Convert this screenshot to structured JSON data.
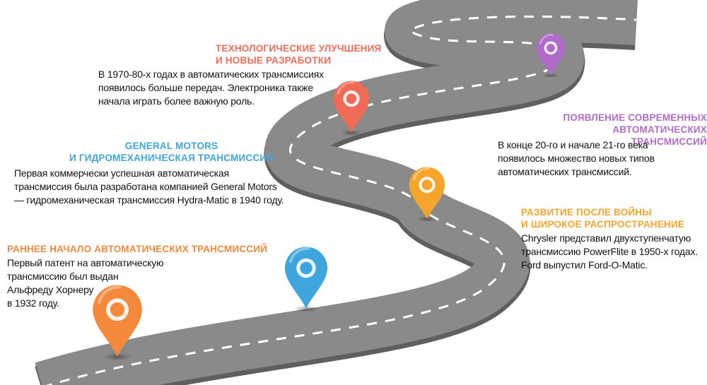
{
  "colors": {
    "orange": "#f5893b",
    "blue": "#3fa6dd",
    "red": "#ef6b55",
    "amber": "#f6a52c",
    "purple": "#b16cc9",
    "road": "#8a8a8a"
  },
  "milestones": [
    {
      "id": "early",
      "title": [
        "РАННЕЕ НАЧАЛО АВТОМАТИЧЕСКИХ ТРАНСМИССИЙ"
      ],
      "text": [
        "Первый патент на автоматическую",
        "трансмиссию был выдан",
        "Альфреду Хорнеру",
        "в 1932 году."
      ],
      "color": "#f5893b"
    },
    {
      "id": "gm",
      "title": [
        "GENERAL MOTORS",
        "И ГИДРОМЕХАНИЧЕСКАЯ ТРАНСМИССИЯ"
      ],
      "text": [
        "Первая коммерчески успешная автоматическая",
        "трансмиссия была разработана компанией General Motors",
        "— гидромеханическая трансмиссия Hydra-Matic в 1940 году."
      ],
      "color": "#3fa6dd"
    },
    {
      "id": "tech",
      "title": [
        "ТЕХНОЛОГИЧЕСКИЕ УЛУЧШЕНИЯ",
        "И НОВЫЕ РАЗРАБОТКИ"
      ],
      "text": [
        "В 1970-80-х годах в автоматических трансмиссиях",
        "появилось больше передач. Электроника также",
        "начала играть более важную роль."
      ],
      "color": "#ef6b55"
    },
    {
      "id": "postwar",
      "title": [
        "РАЗВИТИЕ ПОСЛЕ ВОЙНЫ",
        "И ШИРОКОЕ РАСПРОСТРАНЕНИЕ"
      ],
      "text": [
        "Chrysler представил двухступенчатую",
        "трансмиссию PowerFlite в 1950-х годах.",
        "Ford выпустил Ford-O-Matic."
      ],
      "color": "#f6a52c"
    },
    {
      "id": "modern",
      "title": [
        "ПОЯВЛЕНИЕ СОВРЕМЕННЫХ",
        "АВТОМАТИЧЕСКИХ ТРАНСМИССИЙ"
      ],
      "text": [
        "В конце 20-го и начале 21-го века",
        "появилось множество новых типов",
        "автоматических трансмиссий."
      ],
      "color": "#b16cc9"
    }
  ]
}
